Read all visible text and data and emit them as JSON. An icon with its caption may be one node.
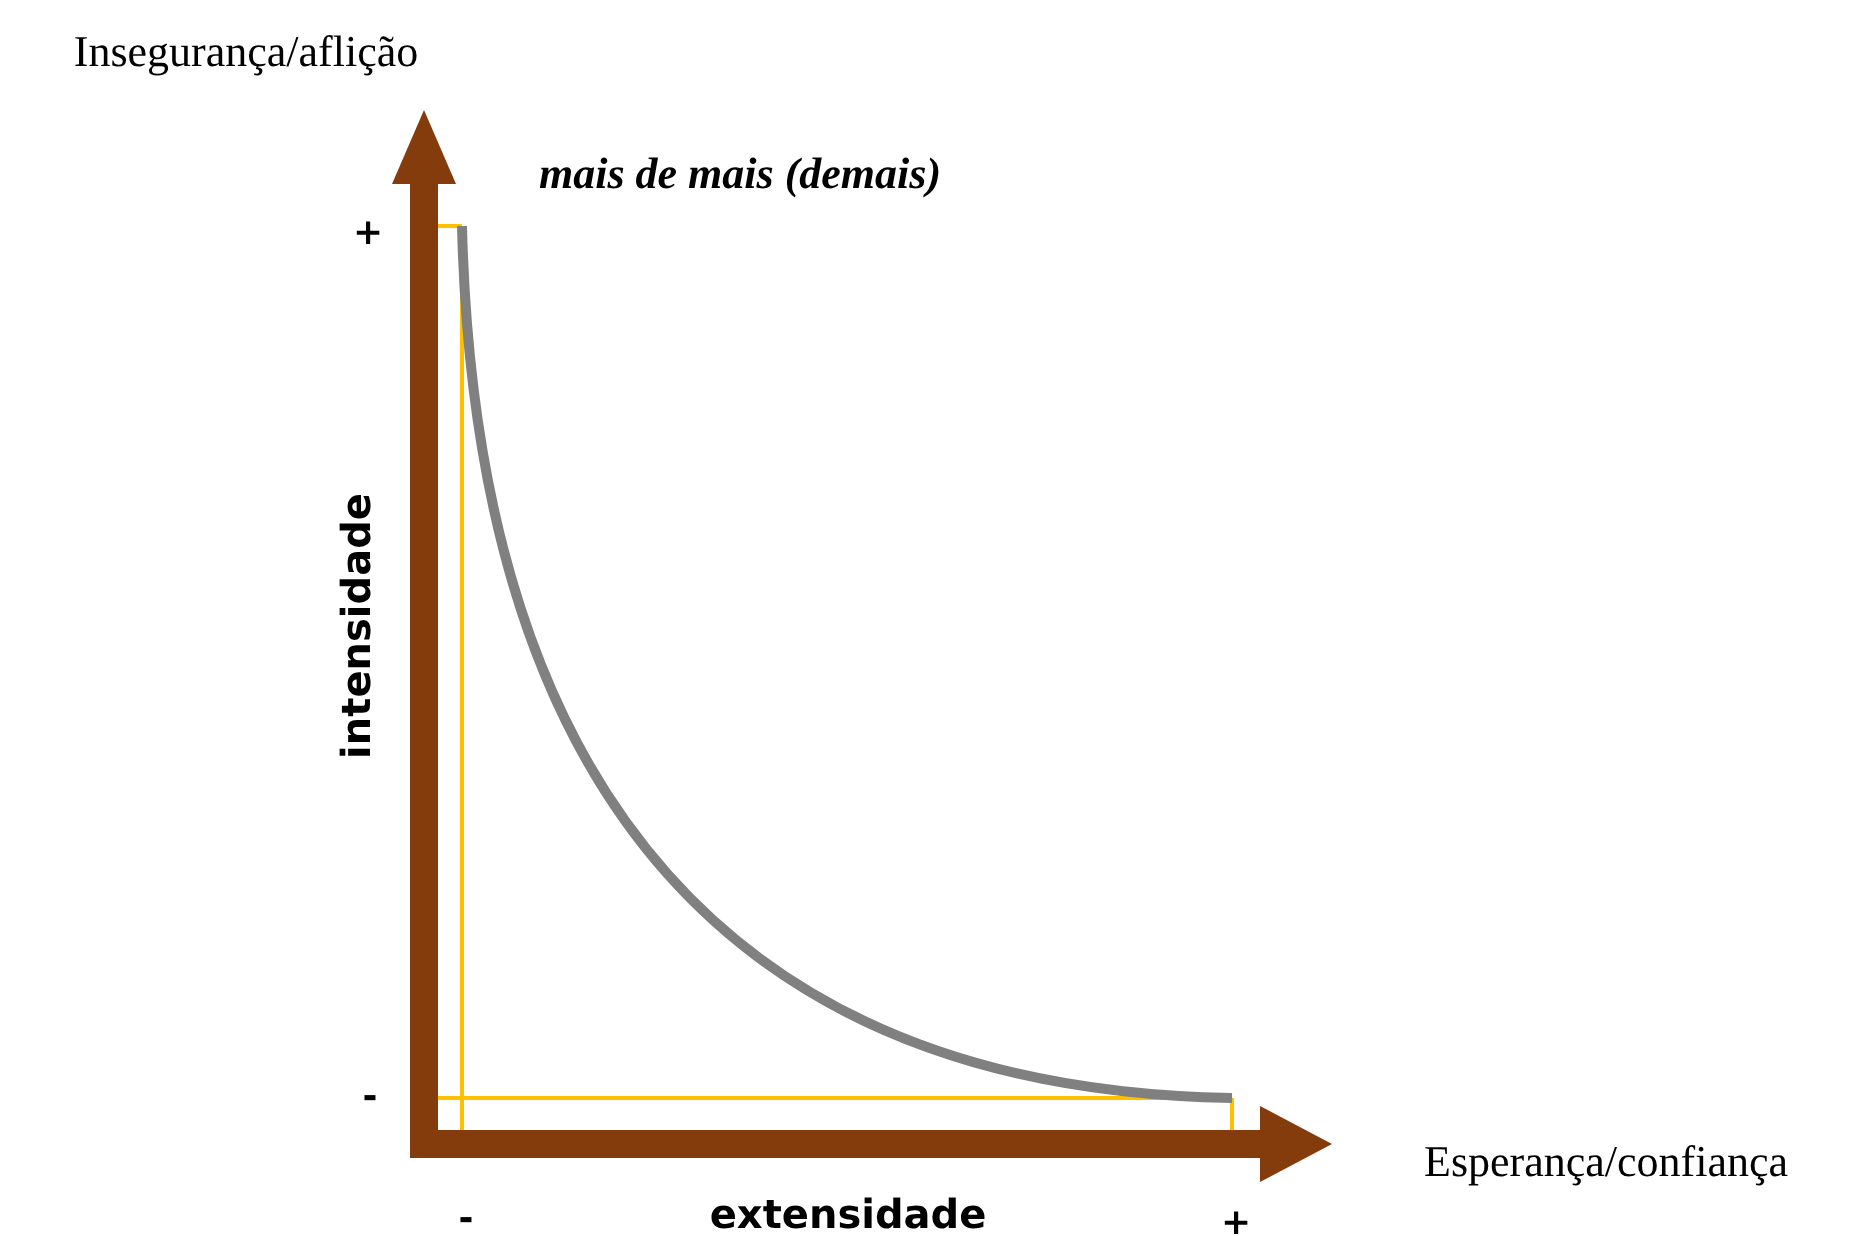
{
  "diagram": {
    "labels": [
      "Insegurança/aflição",
      "mais de mais (demais)",
      "+",
      "intensidade",
      "-",
      "Esperança/confiança",
      "-",
      "extensidade",
      "+"
    ]
  }
}
